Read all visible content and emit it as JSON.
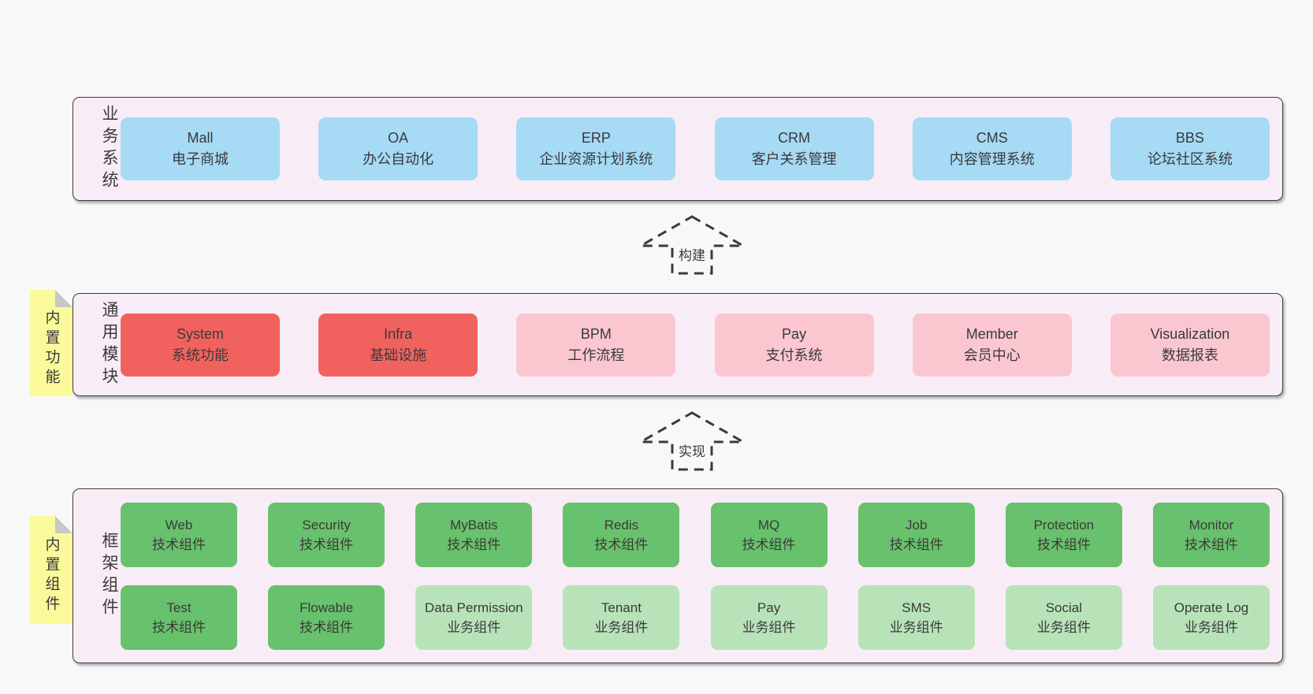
{
  "business": {
    "label": "业务系统",
    "boxes": [
      {
        "title": "Mall",
        "subtitle": "电子商城"
      },
      {
        "title": "OA",
        "subtitle": "办公自动化"
      },
      {
        "title": "ERP",
        "subtitle": "企业资源计划系统"
      },
      {
        "title": "CRM",
        "subtitle": "客户关系管理"
      },
      {
        "title": "CMS",
        "subtitle": "内容管理系统"
      },
      {
        "title": "BBS",
        "subtitle": "论坛社区系统"
      }
    ]
  },
  "arrows": [
    {
      "label": "构建"
    },
    {
      "label": "实现"
    }
  ],
  "modules": {
    "label": "通用模块",
    "sticky": "内置功能",
    "boxes": [
      {
        "title": "System",
        "subtitle": "系统功能"
      },
      {
        "title": "Infra",
        "subtitle": "基础设施"
      },
      {
        "title": "BPM",
        "subtitle": "工作流程"
      },
      {
        "title": "Pay",
        "subtitle": "支付系统"
      },
      {
        "title": "Member",
        "subtitle": "会员中心"
      },
      {
        "title": "Visualization",
        "subtitle": "数据报表"
      }
    ]
  },
  "components": {
    "label": "框架组件",
    "sticky": "内置组件",
    "row1": [
      {
        "title": "Web",
        "subtitle": "技术组件"
      },
      {
        "title": "Security",
        "subtitle": "技术组件"
      },
      {
        "title": "MyBatis",
        "subtitle": "技术组件"
      },
      {
        "title": "Redis",
        "subtitle": "技术组件"
      },
      {
        "title": "MQ",
        "subtitle": "技术组件"
      },
      {
        "title": "Job",
        "subtitle": "技术组件"
      },
      {
        "title": "Protection",
        "subtitle": "技术组件"
      },
      {
        "title": "Monitor",
        "subtitle": "技术组件"
      }
    ],
    "row2": [
      {
        "title": "Test",
        "subtitle": "技术组件"
      },
      {
        "title": "Flowable",
        "subtitle": "技术组件"
      },
      {
        "title": "Data Permission",
        "subtitle": "业务组件"
      },
      {
        "title": "Tenant",
        "subtitle": "业务组件"
      },
      {
        "title": "Pay",
        "subtitle": "业务组件"
      },
      {
        "title": "SMS",
        "subtitle": "业务组件"
      },
      {
        "title": "Social",
        "subtitle": "业务组件"
      },
      {
        "title": "Operate Log",
        "subtitle": "业务组件"
      }
    ]
  },
  "colors": {
    "page_bg": "#f8f8f8",
    "panel_fill": "#f8edf6",
    "panel_border": "#3d3d3d",
    "business_box": "#a6daf5",
    "module_core_box": "#f1625f",
    "module_box": "#fac7d0",
    "tech_component_box": "#68c16c",
    "biz_component_box": "#b8e3b9",
    "sticky_note": "#fafa9b",
    "sticky_fold": "#c7c7c7",
    "text": "#3a3a3a"
  }
}
